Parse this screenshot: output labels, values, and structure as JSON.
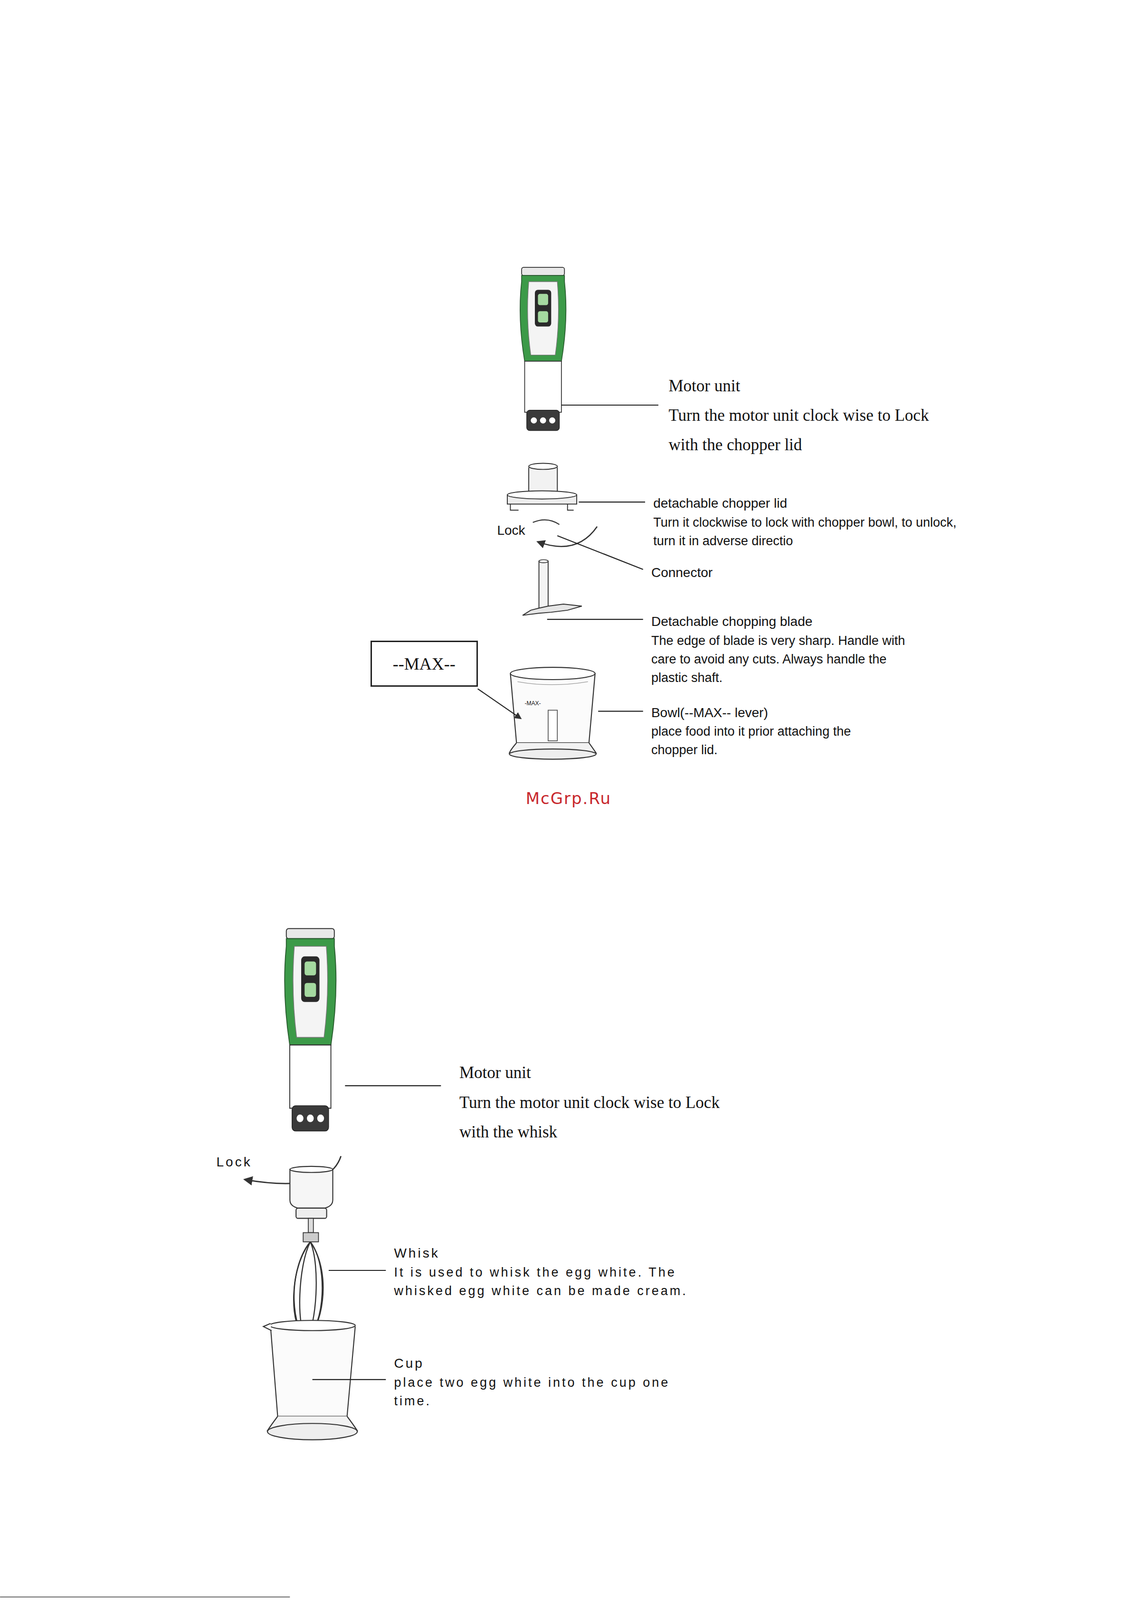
{
  "diagram": {
    "nodes": [
      {
        "text": [
          "--MAX--"
        ]
      }
    ],
    "labels": [
      "Motor unit",
      "Turn the motor unit clock wise to Lock with the chopper lid",
      "detachable chopper lid",
      "Turn it clockwise to lock with chopper bowl, to unlock, turn it in adverse directio",
      "Lock",
      "Connector",
      "Detachable chopping blade",
      "The edge of blade is very sharp. Handle with care to avoid any cuts. Always handle the plastic shaft.",
      "-MAX-",
      "Bowl(--MAX-- lever)",
      "place food into it prior attaching the chopper lid.",
      "McGrp.Ru",
      "Motor unit",
      "Turn the motor unit clock wise to Lock with the whisk",
      "Lock",
      "Whisk",
      "It is used to whisk the egg white. The whisked egg white can be made cream.",
      "Cup",
      "place two egg white into the cup one time."
    ]
  }
}
